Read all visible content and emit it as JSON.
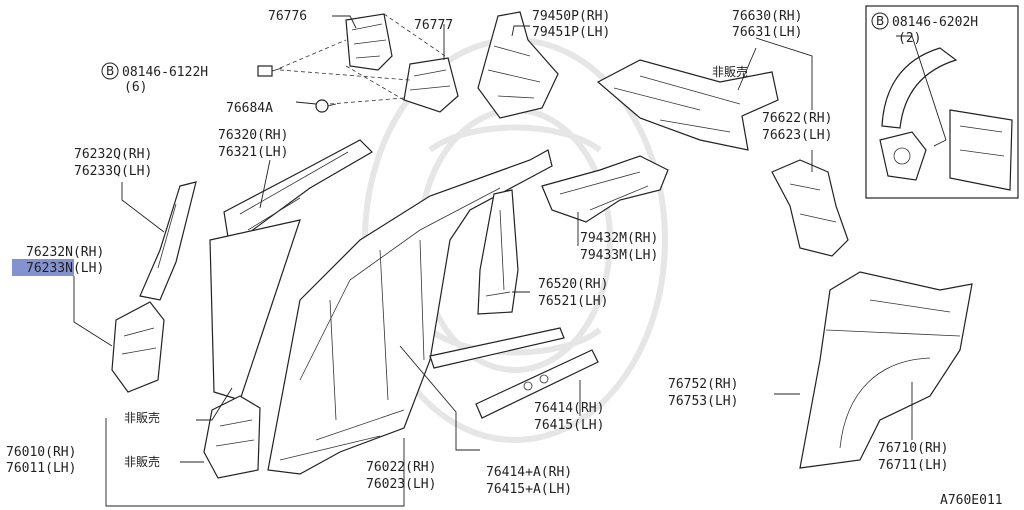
{
  "diagram": {
    "code": "A760E011",
    "highlight_color": "#6f7fc8",
    "non_sale": "非販売",
    "parts": [
      {
        "id": "p76776",
        "rh": "76776",
        "lh": ""
      },
      {
        "id": "p76777",
        "rh": "76777",
        "lh": ""
      },
      {
        "id": "p79450",
        "rh": "79450P(RH)",
        "lh": "79451P(LH)"
      },
      {
        "id": "p76630",
        "rh": "76630(RH)",
        "lh": "76631(LH)"
      },
      {
        "id": "p08146a",
        "rh": "08146-6122H",
        "lh": "(6)"
      },
      {
        "id": "p76684",
        "rh": "76684A",
        "lh": ""
      },
      {
        "id": "p76320",
        "rh": "76320(RH)",
        "lh": "76321(LH)"
      },
      {
        "id": "p76232q",
        "rh": "76232Q(RH)",
        "lh": "76233Q(LH)"
      },
      {
        "id": "p76232n",
        "rh": "76232N(RH)",
        "lh": "76233N(LH)"
      },
      {
        "id": "p76622",
        "rh": "76622(RH)",
        "lh": "76623(LH)"
      },
      {
        "id": "p79432",
        "rh": "79432M(RH)",
        "lh": "79433M(LH)"
      },
      {
        "id": "p76520",
        "rh": "76520(RH)",
        "lh": "76521(LH)"
      },
      {
        "id": "p76752",
        "rh": "76752(RH)",
        "lh": "76753(LH)"
      },
      {
        "id": "p76414",
        "rh": "76414(RH)",
        "lh": "76415(LH)"
      },
      {
        "id": "p76010",
        "rh": "76010(RH)",
        "lh": "76011(LH)"
      },
      {
        "id": "p76022",
        "rh": "76022(RH)",
        "lh": "76023(LH)"
      },
      {
        "id": "p76414a",
        "rh": "76414+A(RH)",
        "lh": "76415+A(LH)"
      },
      {
        "id": "p76710",
        "rh": "76710(RH)",
        "lh": "76711(LH)"
      },
      {
        "id": "p08146b",
        "rh": "08146-6202H",
        "lh": "(2)"
      }
    ]
  }
}
